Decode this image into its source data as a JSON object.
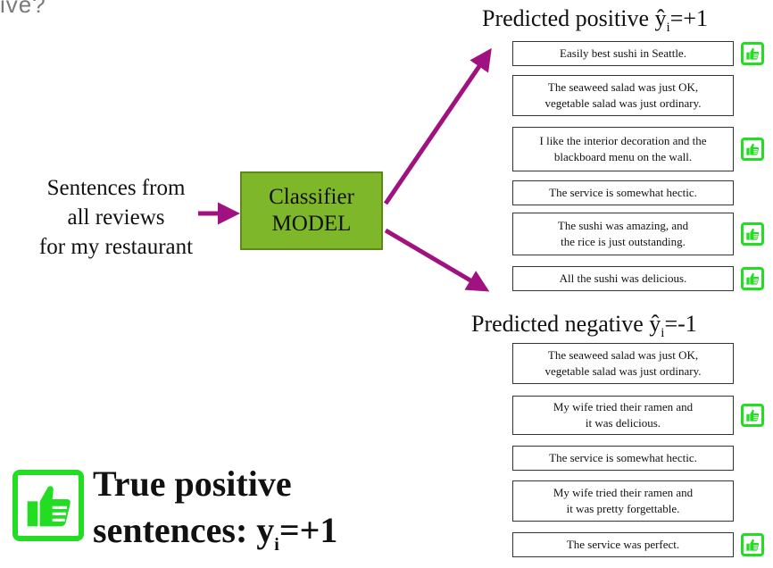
{
  "top_fragment": "ive?",
  "source": {
    "lines": [
      "Sentences from",
      "all reviews",
      "for my restaurant"
    ]
  },
  "model": {
    "lines": [
      "Classifier",
      "MODEL"
    ]
  },
  "predicted_positive": {
    "label": "Predicted positive ŷ",
    "subscript": "i",
    "value": "=+1",
    "sentences": [
      {
        "lines": [
          "Easily best sushi in Seattle."
        ],
        "true_positive": true
      },
      {
        "lines": [
          "The seaweed salad was just OK,",
          "vegetable salad was just ordinary."
        ],
        "true_positive": false
      },
      {
        "lines": [
          "I like the interior decoration and the",
          "blackboard menu on the wall."
        ],
        "true_positive": true
      },
      {
        "lines": [
          "The service is somewhat hectic."
        ],
        "true_positive": false
      },
      {
        "lines": [
          "The sushi was amazing, and",
          "the rice is just outstanding."
        ],
        "true_positive": true
      },
      {
        "lines": [
          "All the sushi was delicious."
        ],
        "true_positive": true
      }
    ]
  },
  "predicted_negative": {
    "label": "Predicted negative ŷ",
    "subscript": "i",
    "value": "=-1",
    "sentences": [
      {
        "lines": [
          "The seaweed salad was just OK,",
          "vegetable salad was just ordinary."
        ],
        "true_positive": false
      },
      {
        "lines": [
          "My wife tried their ramen and",
          "it was delicious."
        ],
        "true_positive": true
      },
      {
        "lines": [
          "The service is somewhat hectic."
        ],
        "true_positive": false
      },
      {
        "lines": [
          "My wife tried their ramen and",
          "it was pretty forgettable."
        ],
        "true_positive": false
      },
      {
        "lines": [
          "The service was perfect."
        ],
        "true_positive": true
      }
    ]
  },
  "legend": {
    "line1": "True positive",
    "line2_prefix": "sentences: y",
    "line2_sub": "i",
    "line2_suffix": "=+1"
  },
  "colors": {
    "arrow": "#a0127f",
    "model_fill": "#7fb72b",
    "thumb_green": "#22dd22"
  },
  "icons": {
    "thumb": "thumbs-up-icon"
  }
}
